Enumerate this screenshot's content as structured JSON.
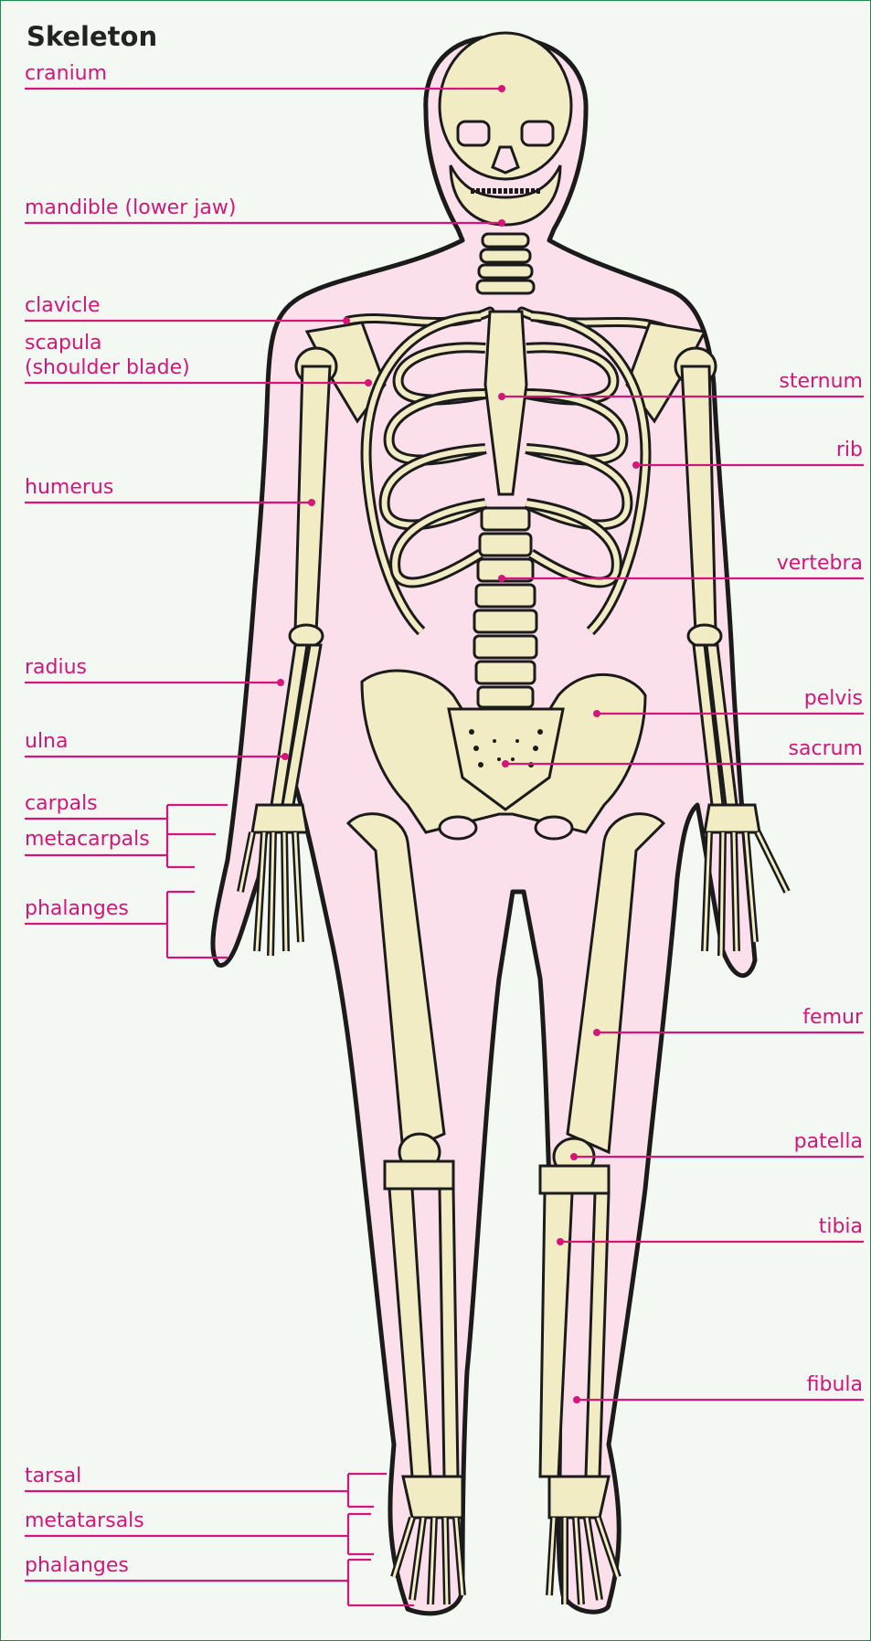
{
  "title": "Skeleton",
  "colors": {
    "background": "#f4f8f2",
    "frame": "#1f8a4c",
    "label": "#d4157a",
    "bone": "#f1ecc4",
    "body": "#fbdfeb",
    "outline": "#1b1b1b"
  },
  "labels_left": {
    "cranium": "cranium",
    "mandible": "mandible (lower jaw)",
    "clavicle": "clavicle",
    "scapula_1": "scapula",
    "scapula_2": "(shoulder blade)",
    "humerus": "humerus",
    "radius": "radius",
    "ulna": "ulna",
    "carpals": "carpals",
    "metacarpals": "metacarpals",
    "hand_phalanges": "phalanges",
    "tarsal": "tarsal",
    "metatarsals": "metatarsals",
    "foot_phalanges": "phalanges"
  },
  "labels_right": {
    "sternum": "sternum",
    "rib": "rib",
    "vertebra": "vertebra",
    "pelvis": "pelvis",
    "sacrum": "sacrum",
    "femur": "femur",
    "patella": "patella",
    "tibia": "tibia",
    "fibula": "fibula"
  }
}
